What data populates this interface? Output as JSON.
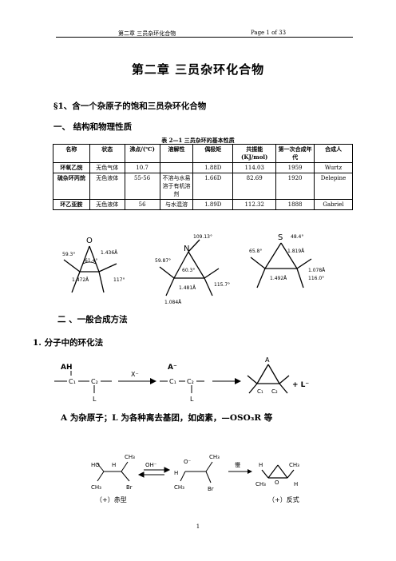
{
  "header": {
    "chapter": "第二章  三员杂环化合物",
    "page": "Page  1  of  33"
  },
  "title": "第二章    三员杂环化合物",
  "section1": "§1、含一个杂原子的饱和三员杂环化合物",
  "subsection1": "一、   结构和物理性质",
  "table_caption": "表  2—1    三员杂环的基本性质",
  "table": {
    "headers": [
      "名称",
      "状态",
      "沸点/(℃)",
      "溶解性",
      "偶极矩",
      "共振能 (KJ/mol)",
      "第一次合成年代",
      "合成人"
    ],
    "rows": [
      [
        "环氧乙烷",
        "无色气体",
        "10.7",
        "",
        "1.88D",
        "114.03",
        "1959",
        "Wurtz"
      ],
      [
        "硫杂环丙烷",
        "无色液体",
        "55-56",
        "不溶与水易溶于有机溶剂",
        "1.66D",
        "82.69",
        "1920",
        "Delepine"
      ],
      [
        "环乙亚胺",
        "无色液体",
        "56",
        "与水混溶",
        "1.89D",
        "112.32",
        "1888",
        "Gabriel"
      ]
    ]
  },
  "figure1": {
    "epoxide": {
      "a1": "59.3°",
      "a2": "61.4°",
      "b1": "1.436Å",
      "b2": "1.472Å",
      "a3": "117°",
      "atom": "O"
    },
    "aziridine": {
      "a1": "109.13°",
      "a2": "59.87°",
      "a3": "60.3°",
      "b1": "1.481Å",
      "b2": "1.084Å",
      "a4": "115.7°",
      "atom": "N"
    },
    "thiirane": {
      "a1": "65.8°",
      "a2": "48.4°",
      "b1": "1.819Å",
      "b2": "1.492Å",
      "b3": "1.078Å",
      "a3": "116.0°",
      "atom": "S"
    }
  },
  "subsection2": "二 、一般合成方法",
  "subsection3": "1.  分子中的环化法",
  "scheme1": {
    "ah": "AH",
    "c1": "C₁",
    "c2": "C₂",
    "l": "L",
    "base": "X⁻",
    "a_minus": "A⁻",
    "plus_l": "+  L⁻",
    "atom_a": "A"
  },
  "note": "A 为杂原子；L 为各种离去基团，如卤素，—OSO₃R 等",
  "scheme2": {
    "reagent": "OH⁻",
    "reagent2": "慢",
    "label_left": "（+）赤型",
    "label_right": "（+）反式",
    "ch3": "CH₃",
    "br": "Br",
    "ho": "HO",
    "h": "H",
    "o_minus": "O⁻",
    "o": "O"
  },
  "page_number": "1"
}
